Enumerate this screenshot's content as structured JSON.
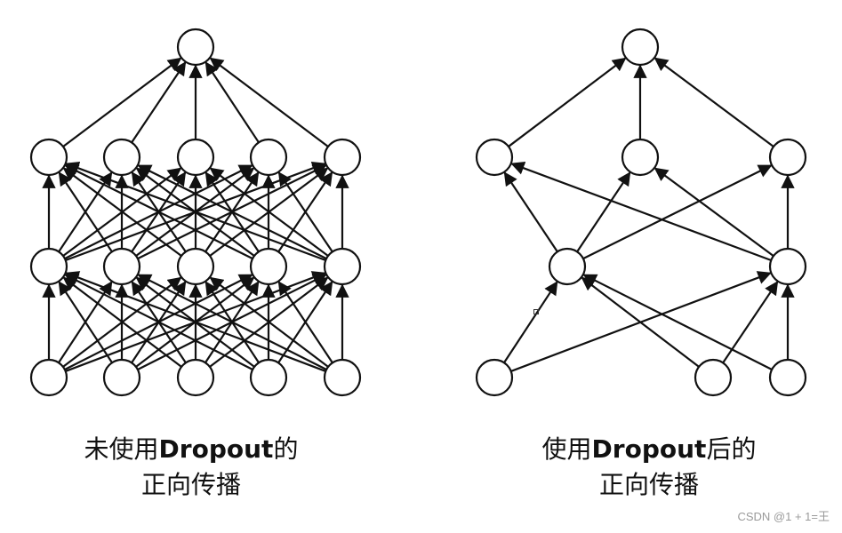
{
  "left_caption": {
    "line1_pre": "未使用",
    "line1_bold": "Dropout",
    "line1_post": "的",
    "line2": "正向传播"
  },
  "right_caption": {
    "line1_pre": "使用",
    "line1_bold": "Dropout",
    "line1_post": "后的",
    "line2": "正向传播"
  },
  "watermark": "CSDN @1 + 1=王",
  "networks": [
    {
      "id": "full",
      "layers": [
        {
          "name": "input",
          "active": [
            0,
            1,
            2,
            3,
            4
          ]
        },
        {
          "name": "hidden1",
          "active": [
            0,
            1,
            2,
            3,
            4
          ]
        },
        {
          "name": "hidden2",
          "active": [
            0,
            1,
            2,
            3,
            4
          ]
        },
        {
          "name": "output",
          "active": [
            0
          ]
        }
      ]
    },
    {
      "id": "dropout",
      "layers": [
        {
          "name": "input",
          "active": [
            0,
            3,
            4
          ]
        },
        {
          "name": "hidden1",
          "active": [
            1,
            4
          ]
        },
        {
          "name": "hidden2",
          "active": [
            0,
            2,
            4
          ]
        },
        {
          "name": "output",
          "active": [
            0
          ]
        }
      ]
    }
  ],
  "colors": {
    "stroke": "#111111",
    "node_fill": "#ffffff"
  }
}
